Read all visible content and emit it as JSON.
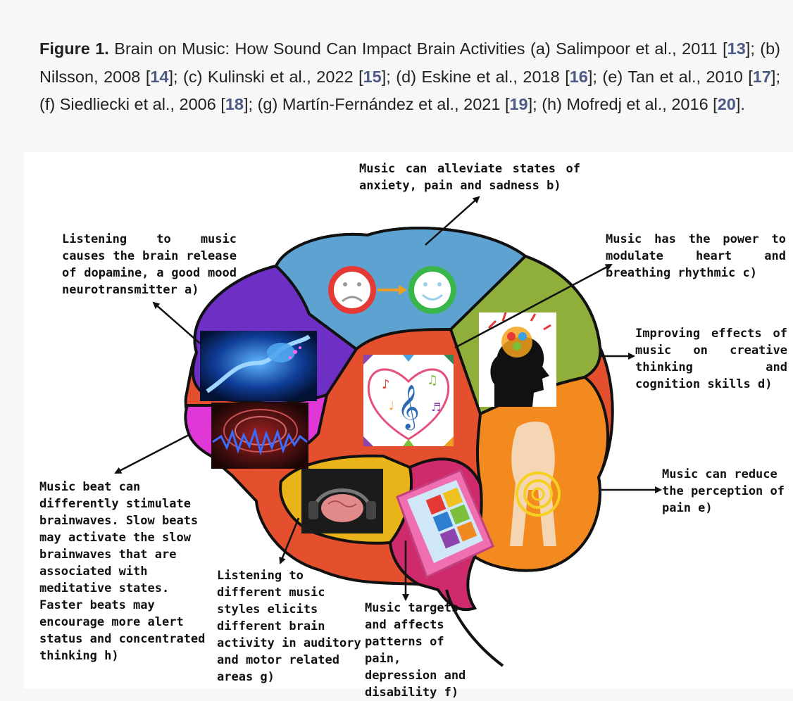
{
  "caption": {
    "label": "Figure 1.",
    "segments": [
      {
        "text": " Brain on Music: How Sound Can Impact Brain Activities (a) Salimpoor et al., 2011 ["
      },
      {
        "ref": "13"
      },
      {
        "text": "]; (b) Nilsson, 2008 ["
      },
      {
        "ref": "14"
      },
      {
        "text": "]; (c) Kulinski et al., 2022 ["
      },
      {
        "ref": "15"
      },
      {
        "text": "]; (d) Eskine et al., 2018 ["
      },
      {
        "ref": "16"
      },
      {
        "text": "]; (e) Tan et al., 2010 ["
      },
      {
        "ref": "17"
      },
      {
        "text": "]; (f) Siedliecki et al., 2006 ["
      },
      {
        "ref": "18"
      },
      {
        "text": "]; (g) Martín-Fernández et al., 2021 ["
      },
      {
        "ref": "19"
      },
      {
        "text": "]; (h) Mofredj et al., 2016 ["
      },
      {
        "ref": "20"
      },
      {
        "text": "]."
      }
    ]
  },
  "annotations": {
    "b": "Music can alleviate states of anxiety, pain and sadness b)",
    "a": "Listening to music causes the brain release of dopamine, a good mood neurotransmitter a)",
    "c": "Music has the power to modulate heart and breathing rhythmic c)",
    "d": "Improving effects of music on creative thinking and cognition skills d)",
    "e": "Music can reduce the perception of pain e)",
    "h": "Music beat can differently stimulate brainwaves. Slow beats may activate the slow brainwaves that are associated with meditative states. Faster beats may encourage more alert status and concentrated thinking h)",
    "g": "Listening to different music styles elicits different brain activity in auditory and motor related areas g)",
    "f": "Music targets and affects patterns of pain, depression and disability f)"
  },
  "colors": {
    "ref": "#4e5a86",
    "frontal_purple": "#6d2fc4",
    "crown_blue": "#5ea2d2",
    "parietal_green": "#8fae3a",
    "center_red": "#e4502e",
    "occipital_orange": "#f28a1f",
    "magenta": "#e038d6",
    "temporal_yellow": "#e9b41a",
    "cerebellum_pink": "#cf2a6b",
    "sad_red": "#e53935",
    "happy_green": "#39b54a"
  },
  "icons": [
    "sad-face-icon",
    "happy-face-icon",
    "neuron-synapse-image",
    "music-heart-image",
    "creative-head-image",
    "brainwave-image",
    "headphones-brain-image",
    "puzzle-image",
    "body-pain-image"
  ]
}
